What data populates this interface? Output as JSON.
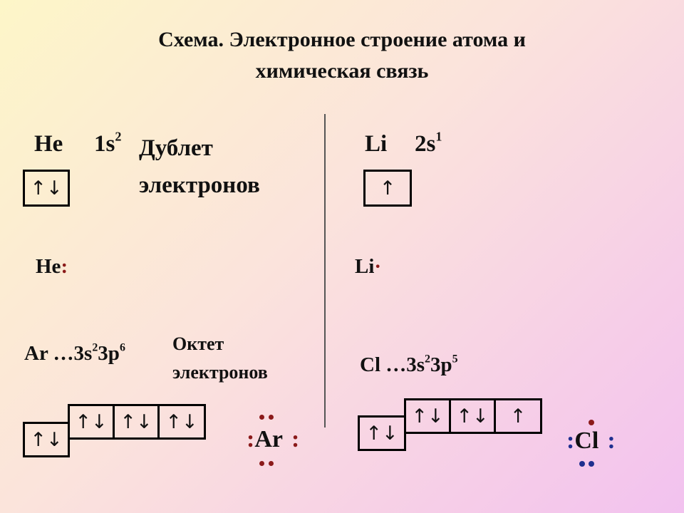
{
  "title": {
    "line1": "Схема. Электронное строение атома и",
    "line2": "химическая связь"
  },
  "he": {
    "symbol": "He",
    "config_main": "1s",
    "config_sup": "2",
    "label_line1": "Дублет",
    "label_line2": "электронов",
    "orbital": "↑↓",
    "lewis_symbol": "He",
    "lewis_dots": ":"
  },
  "li": {
    "symbol": "Li",
    "config_main": "2s",
    "config_sup": "1",
    "orbital": "↑",
    "lewis_symbol": "Li",
    "lewis_dot": "·"
  },
  "ar": {
    "config_prefix": "Ar …3s",
    "config_sup1": "2",
    "config_mid": "3p",
    "config_sup2": "6",
    "label_line1": "Октет",
    "label_line2": "электронов",
    "s_orbital": "↑↓",
    "p_orbitals": [
      "↑↓",
      "↑↓",
      "↑↓"
    ],
    "lewis_symbol": "Ar",
    "lewis_left": ":",
    "lewis_right": ":"
  },
  "cl": {
    "config_prefix": "Cl …3s",
    "config_sup1": "2",
    "config_mid": "3p",
    "config_sup2": "5",
    "s_orbital": "↑↓",
    "p_orbitals": [
      "↑↓",
      "↑↓",
      "↑"
    ],
    "lewis_symbol": "Cl",
    "lewis_left": ":",
    "lewis_right": ":"
  },
  "colors": {
    "dot_red": "#8b1a1a",
    "dot_blue": "#1f2f8f"
  }
}
